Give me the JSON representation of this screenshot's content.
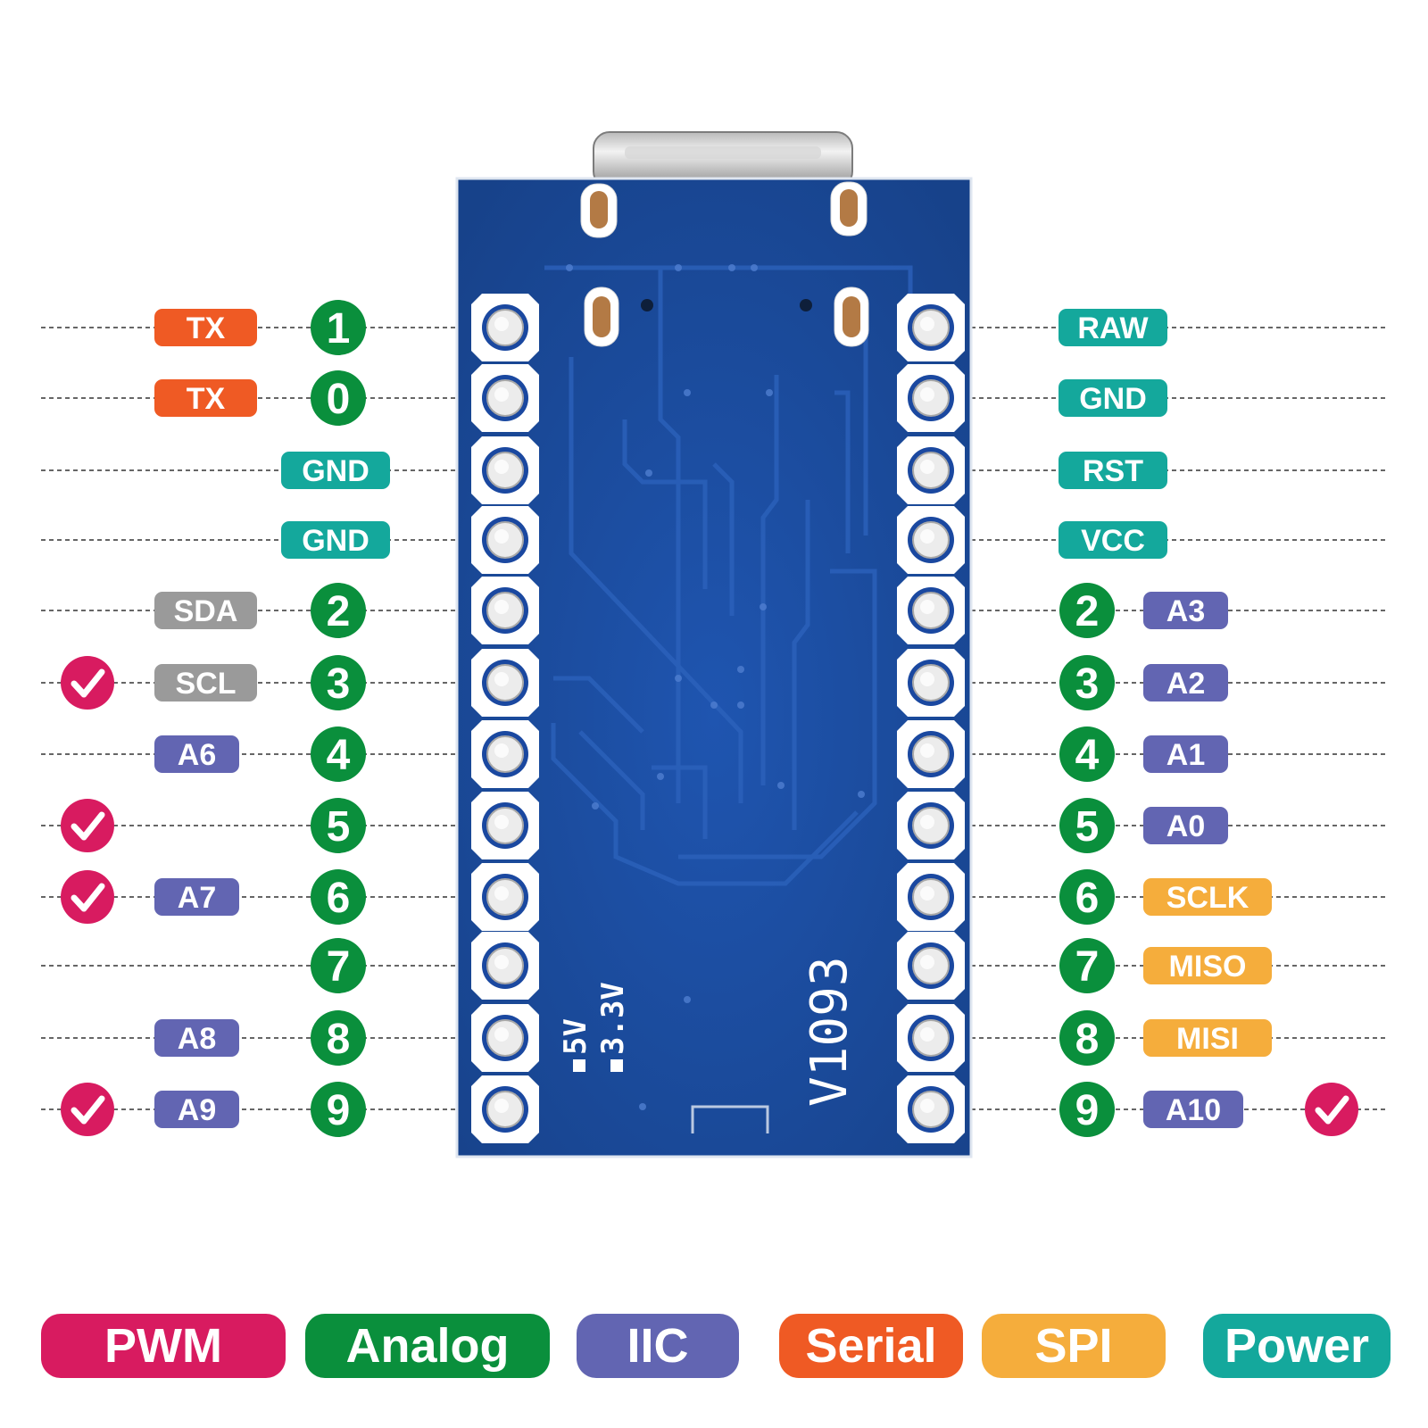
{
  "colors": {
    "pwm": "#d81b60",
    "analog": "#0a8f3c",
    "iic": "#6265b2",
    "serial": "#ef5a24",
    "spi": "#f5ad3c",
    "power": "#14a89c",
    "gray": "#9a9a9a",
    "pcb": "#1f4f9e"
  },
  "board": {
    "silk_voltage_5v": "5V",
    "silk_voltage_33v": "3.3V",
    "silk_model": "V1093"
  },
  "left_pins": [
    {
      "number": "1",
      "tags": [
        {
          "text": "TX",
          "type": "serial"
        }
      ],
      "pwm": false
    },
    {
      "number": "0",
      "tags": [
        {
          "text": "TX",
          "type": "serial"
        }
      ],
      "pwm": false
    },
    {
      "number": "",
      "tags": [
        {
          "text": "GND",
          "type": "power"
        }
      ],
      "pwm": false
    },
    {
      "number": "",
      "tags": [
        {
          "text": "GND",
          "type": "power"
        }
      ],
      "pwm": false
    },
    {
      "number": "2",
      "tags": [
        {
          "text": "SDA",
          "type": "gray"
        }
      ],
      "pwm": false
    },
    {
      "number": "3",
      "tags": [
        {
          "text": "SCL",
          "type": "gray"
        }
      ],
      "pwm": true
    },
    {
      "number": "4",
      "tags": [
        {
          "text": "A6",
          "type": "iic"
        }
      ],
      "pwm": false
    },
    {
      "number": "5",
      "tags": [],
      "pwm": true
    },
    {
      "number": "6",
      "tags": [
        {
          "text": "A7",
          "type": "iic"
        }
      ],
      "pwm": true
    },
    {
      "number": "7",
      "tags": [],
      "pwm": false
    },
    {
      "number": "8",
      "tags": [
        {
          "text": "A8",
          "type": "iic"
        }
      ],
      "pwm": false
    },
    {
      "number": "9",
      "tags": [
        {
          "text": "A9",
          "type": "iic"
        }
      ],
      "pwm": true
    }
  ],
  "right_pins": [
    {
      "number": "",
      "tags": [
        {
          "text": "RAW",
          "type": "power"
        }
      ],
      "pwm": false
    },
    {
      "number": "",
      "tags": [
        {
          "text": "GND",
          "type": "power"
        }
      ],
      "pwm": false
    },
    {
      "number": "",
      "tags": [
        {
          "text": "RST",
          "type": "power"
        }
      ],
      "pwm": false
    },
    {
      "number": "",
      "tags": [
        {
          "text": "VCC",
          "type": "power"
        }
      ],
      "pwm": false
    },
    {
      "number": "2",
      "tags": [
        {
          "text": "A3",
          "type": "iic"
        }
      ],
      "pwm": false
    },
    {
      "number": "3",
      "tags": [
        {
          "text": "A2",
          "type": "iic"
        }
      ],
      "pwm": false
    },
    {
      "number": "4",
      "tags": [
        {
          "text": "A1",
          "type": "iic"
        }
      ],
      "pwm": false
    },
    {
      "number": "5",
      "tags": [
        {
          "text": "A0",
          "type": "iic"
        }
      ],
      "pwm": false
    },
    {
      "number": "6",
      "tags": [
        {
          "text": "SCLK",
          "type": "spi"
        }
      ],
      "pwm": false
    },
    {
      "number": "7",
      "tags": [
        {
          "text": "MISO",
          "type": "spi"
        }
      ],
      "pwm": false
    },
    {
      "number": "8",
      "tags": [
        {
          "text": "MISI",
          "type": "spi"
        }
      ],
      "pwm": false
    },
    {
      "number": "9",
      "tags": [
        {
          "text": "A10",
          "type": "iic"
        }
      ],
      "pwm": true
    }
  ],
  "legend": [
    {
      "label": "PWM",
      "type": "pwm"
    },
    {
      "label": "Analog",
      "type": "analog"
    },
    {
      "label": "IIC",
      "type": "iic"
    },
    {
      "label": "Serial",
      "type": "serial"
    },
    {
      "label": "SPI",
      "type": "spi"
    },
    {
      "label": "Power",
      "type": "power"
    }
  ]
}
